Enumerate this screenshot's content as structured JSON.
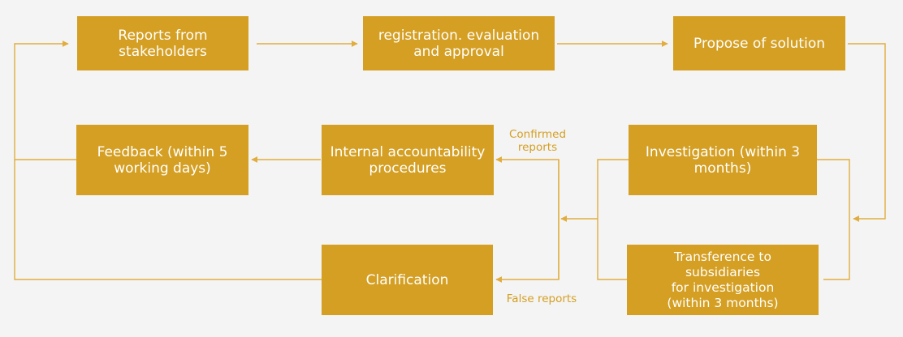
{
  "boxes": {
    "reports": "Reports from\nstakeholders",
    "registration": "registration. evaluation\nand approval",
    "propose": "Propose of solution",
    "feedback": "Feedback (within 5\nworking days)",
    "internal": "Internal accountability\nprocedures",
    "investigation": "Investigation (within 3\nmonths)",
    "clarification": "Clarification",
    "transference": "Transference to subsidiaries\nfor investigation\n(within 3 months)"
  },
  "labels": {
    "confirmed": "Confirmed\nreports",
    "false_reports": "False reports"
  },
  "colors": {
    "box_fill": "#d49f22",
    "arrow": "#e1ad3e",
    "background": "#f4f4f4",
    "box_text": "#ffffff"
  }
}
